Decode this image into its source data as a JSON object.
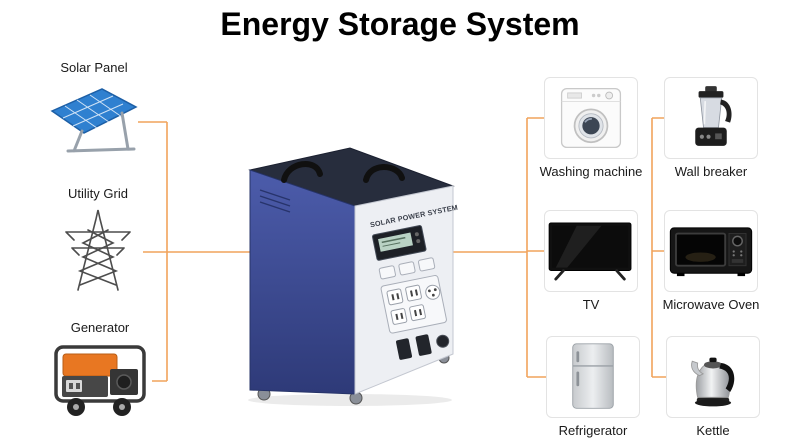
{
  "title": "Energy Storage System",
  "colors": {
    "connector": "#F1A35C",
    "unit_blue": "#3D4C96",
    "generator_orange": "#E87722",
    "solar_blue": "#2F80D0"
  },
  "unit": {
    "label": "SOLAR POWER SYSTEM",
    "icon": "solar-power-system-unit"
  },
  "sources": [
    {
      "label": "Solar Panel",
      "icon": "solar-panel-icon"
    },
    {
      "label": "Utility Grid",
      "icon": "utility-grid-icon"
    },
    {
      "label": "Generator",
      "icon": "generator-icon"
    }
  ],
  "appliances": [
    {
      "label": "Washing machine",
      "icon": "washing-machine-icon"
    },
    {
      "label": "Wall breaker",
      "icon": "wall-breaker-icon"
    },
    {
      "label": "TV",
      "icon": "tv-icon"
    },
    {
      "label": "Microwave Oven",
      "icon": "microwave-oven-icon"
    },
    {
      "label": "Refrigerator",
      "icon": "refrigerator-icon"
    },
    {
      "label": "Kettle",
      "icon": "kettle-icon"
    }
  ]
}
